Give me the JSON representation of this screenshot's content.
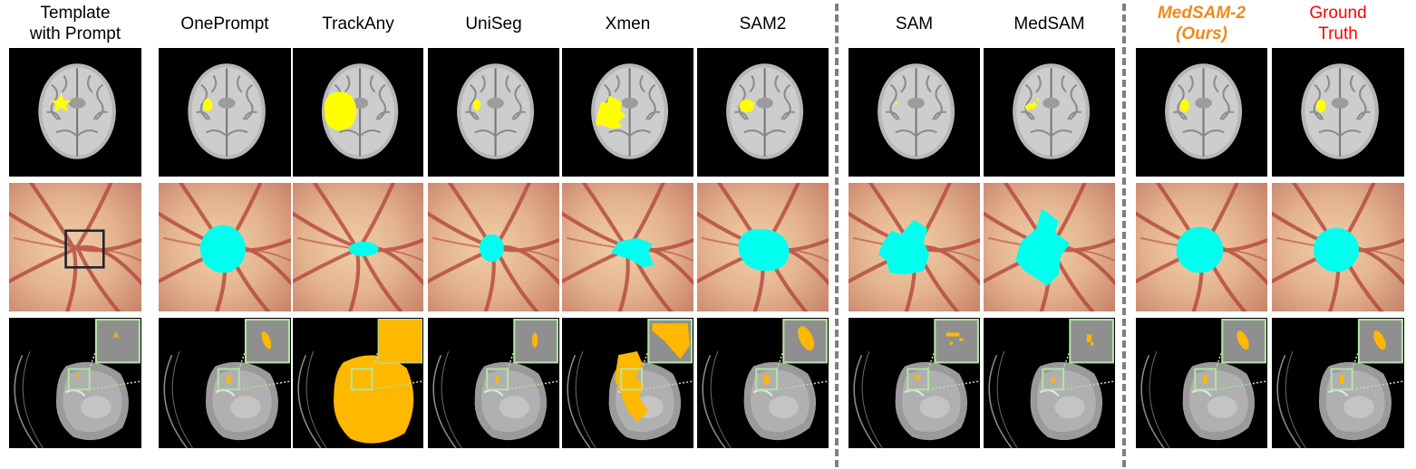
{
  "figure": {
    "headers": [
      "Template\nwith Prompt",
      "OnePrompt",
      "TrackAny",
      "UniSeg",
      "Xmen",
      "SAM2",
      "SAM",
      "MedSAM",
      "MedSAM-2\n(Ours)",
      "Ground\nTruth"
    ],
    "rows": [
      "brain-mri",
      "fundus",
      "abdominal-ct"
    ],
    "colors": {
      "yellow_mask": "#ffff00",
      "cyan_mask": "#00ffee",
      "orange_mask": "#ffb800",
      "highlight_header": "#f08a1c",
      "ground_truth_header": "#ff0000",
      "inset_border": "#b2e3a4",
      "separator": "#7f7f7f"
    }
  }
}
